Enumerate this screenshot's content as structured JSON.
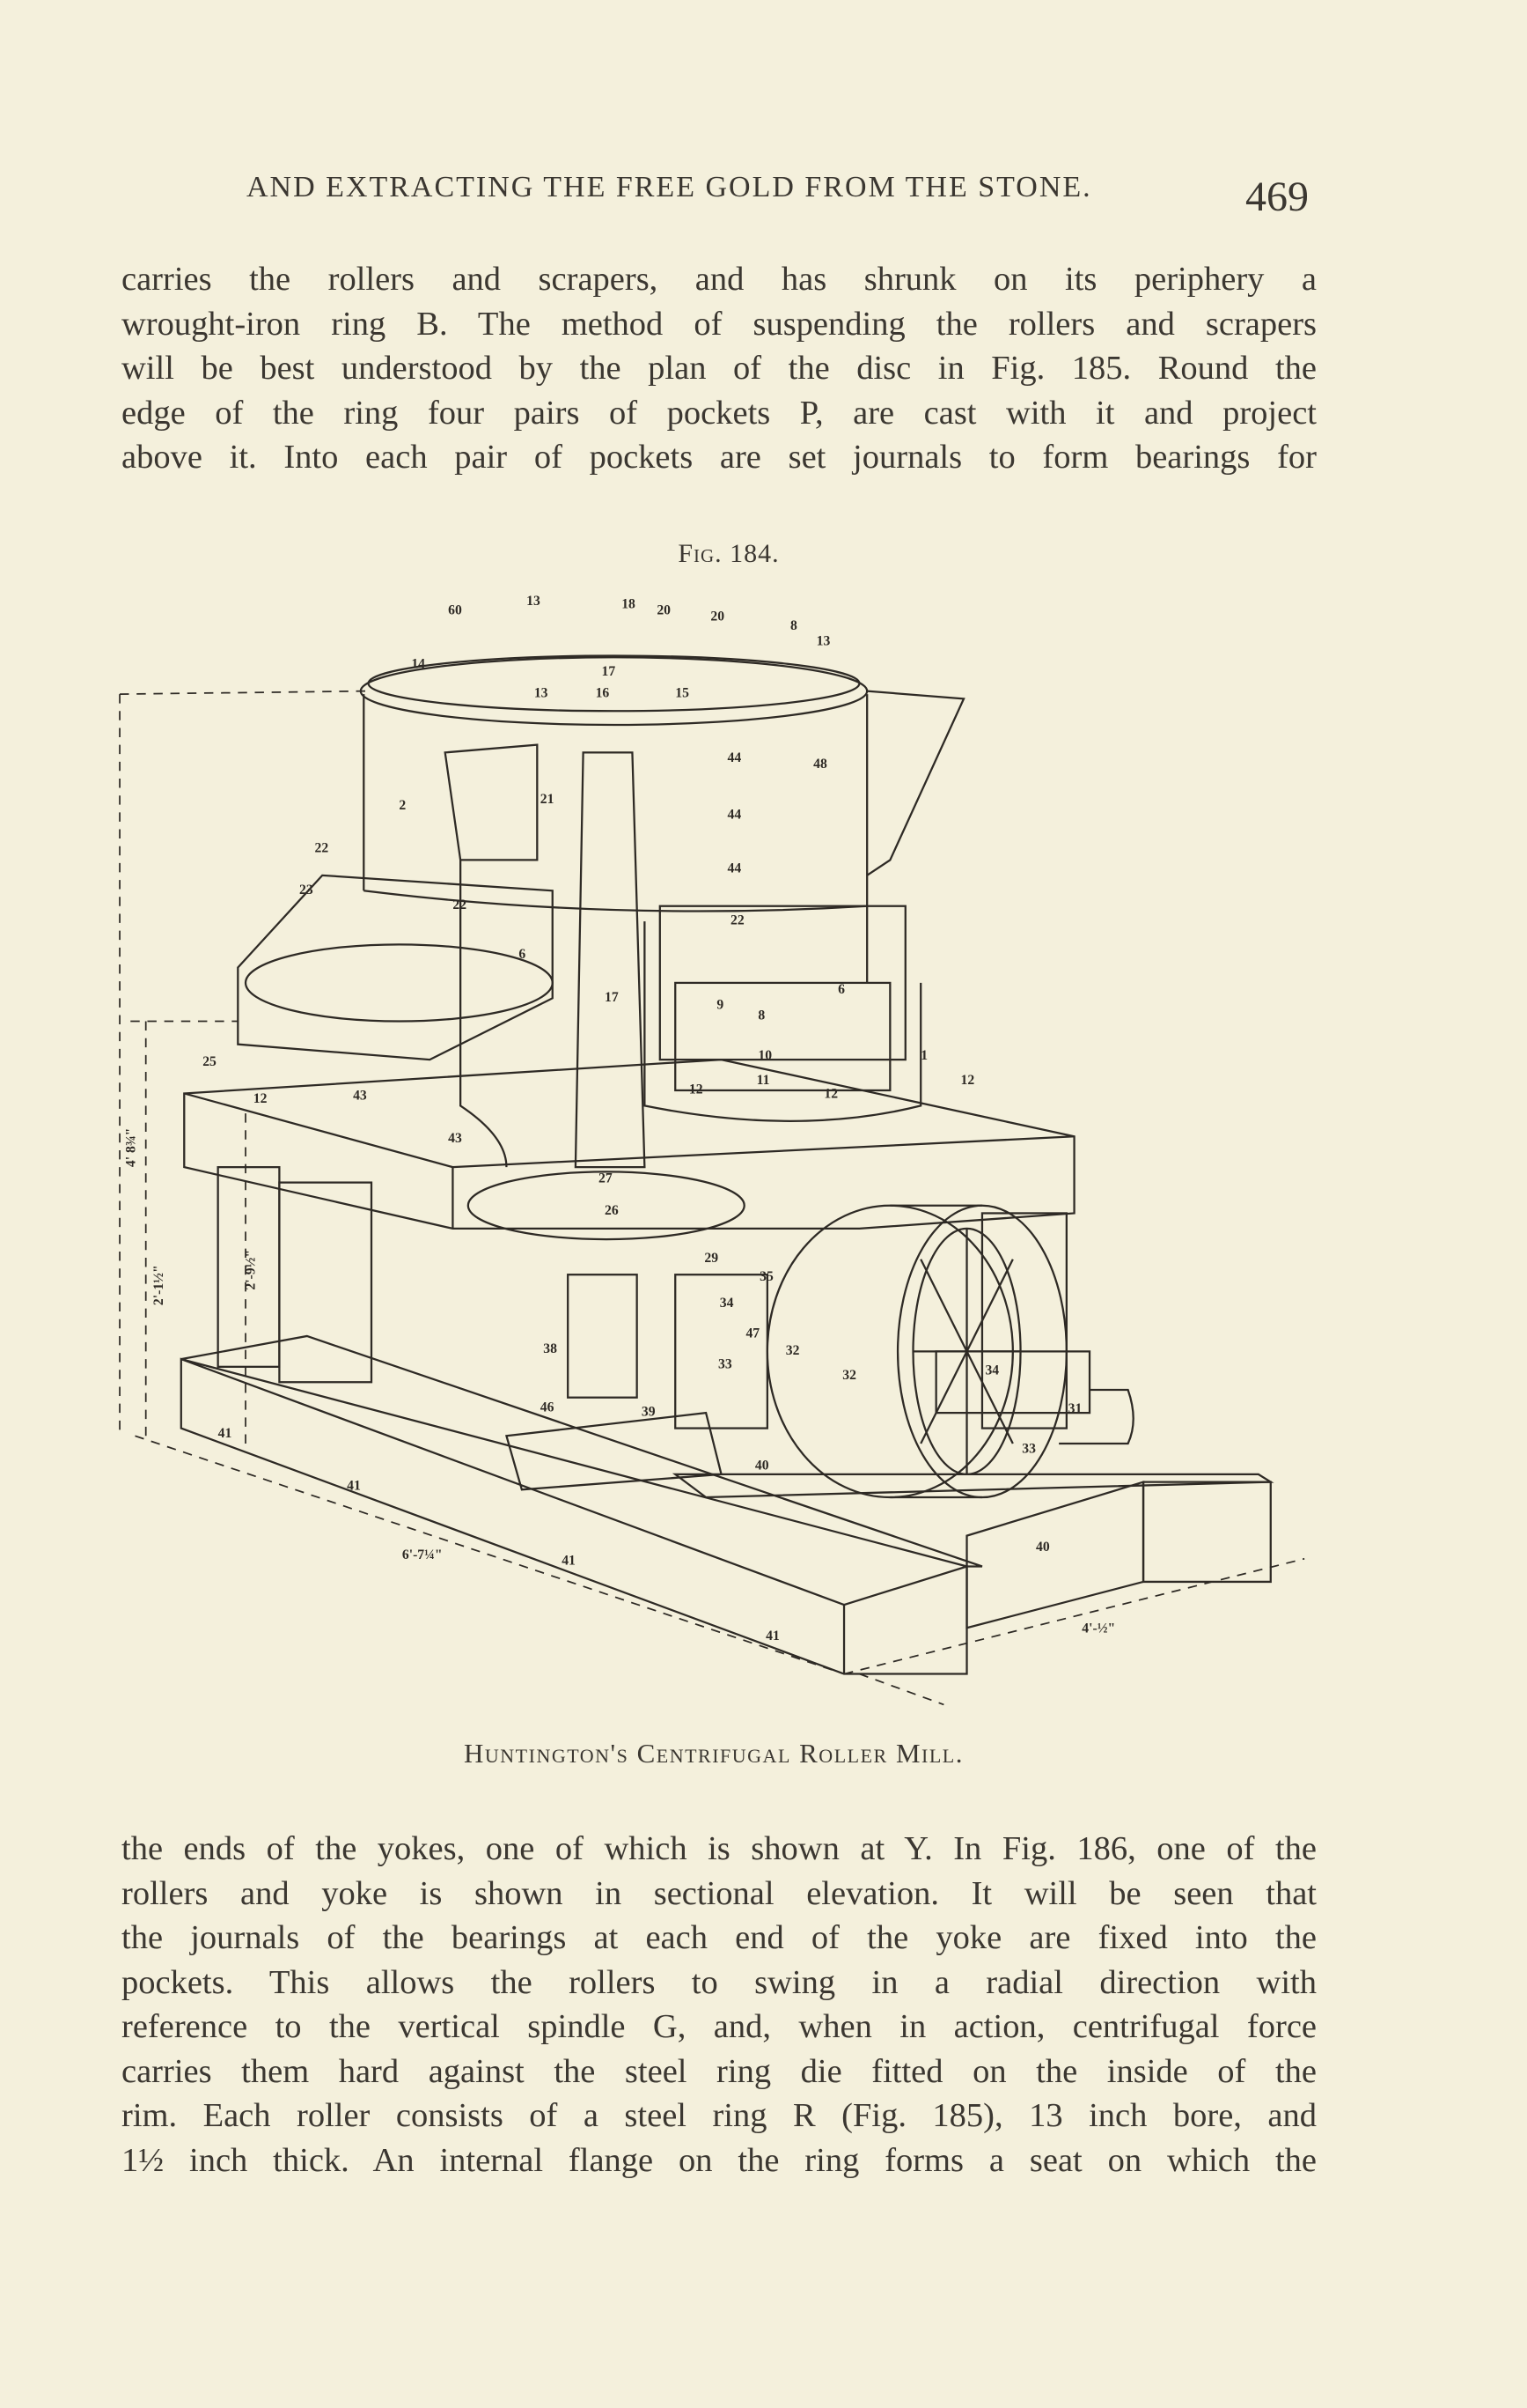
{
  "header": {
    "running_title": "AND EXTRACTING THE FREE GOLD FROM THE STONE.",
    "page_number": "469"
  },
  "text_top": [
    "carries the rollers and scrapers, and has shrunk on its periphery a",
    "wrought-iron ring B. The method of suspending the rollers and scrapers",
    "will be best understood by the plan of the disc in Fig. 185. Round the",
    "edge of the ring four pairs of pockets P, are cast with it and project",
    "above it. Into each pair of pockets are set journals to form bearings for"
  ],
  "figure": {
    "label": "Fig. 184.",
    "caption": "Huntington's Centrifugal Roller Mill.",
    "callouts": [
      "60",
      "13",
      "18",
      "20",
      "20",
      "8",
      "13",
      "14",
      "17",
      "13",
      "16",
      "15",
      "2",
      "21",
      "48",
      "44",
      "44",
      "44",
      "22",
      "23",
      "22",
      "22",
      "6",
      "17",
      "9",
      "8",
      "10",
      "11",
      "12",
      "12",
      "1",
      "12",
      "6",
      "25",
      "12",
      "43",
      "43",
      "27",
      "26",
      "29",
      "35",
      "34",
      "47",
      "32",
      "32",
      "33",
      "31",
      "34",
      "33",
      "38",
      "46",
      "39",
      "40",
      "40",
      "41",
      "41",
      "41",
      "41",
      "6'-7¼\"",
      "4'-½\"",
      "4' 8¾\"",
      "2'-1½\"",
      "2'-9½\""
    ]
  },
  "text_bottom": [
    "the ends of the yokes, one of which is shown at Y. In Fig. 186, one of the",
    "rollers and yoke is shown in sectional elevation. It will be seen that",
    "the journals of the bearings at each end of the yoke are fixed into the",
    "pockets. This allows the rollers to swing in a radial direction with",
    "reference to the vertical spindle G, and, when in action, centrifugal force",
    "carries them hard against the steel ring die fitted on the inside of the",
    "rim. Each roller consists of a steel ring R (Fig. 185), 13 inch bore, and",
    "1½ inch thick. An internal flange on the ring forms a seat on which the"
  ]
}
